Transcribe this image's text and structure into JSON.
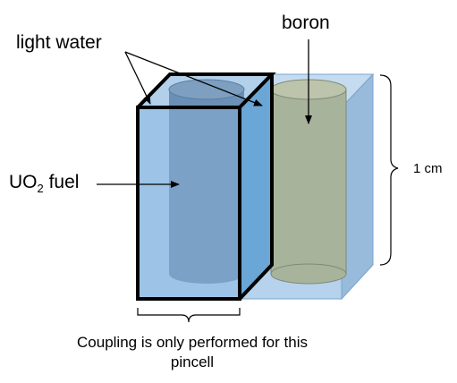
{
  "labels": {
    "light_water": "light water",
    "boron": "boron",
    "fuel_prefix": "UO",
    "fuel_subscript": "2",
    "fuel_suffix": " fuel",
    "dimension": "1 cm",
    "coupling_note": "Coupling is only performed for this pincell"
  },
  "colors": {
    "water": "#9dc3e6",
    "fuel_cylinder": "#6a90b5",
    "boron_cylinder": "#a8b39b",
    "outline": "#000000"
  }
}
